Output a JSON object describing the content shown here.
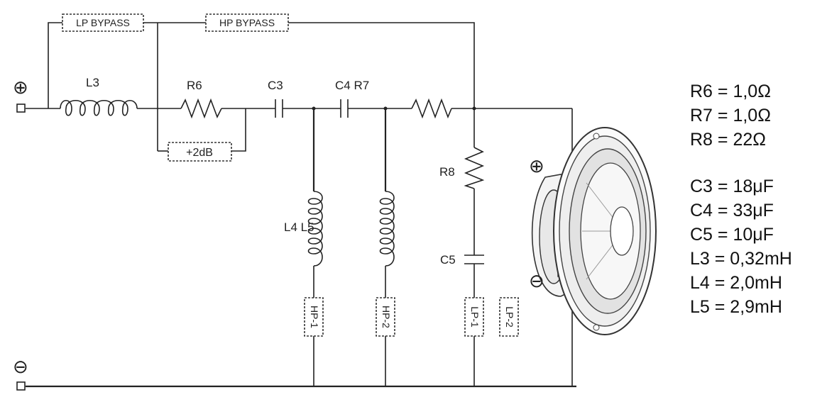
{
  "diagram": {
    "jumpers": {
      "lp_bypass": "LP BYPASS",
      "hp_bypass": "HP BYPASS",
      "plus2db": "+2dB",
      "hp1": "HP-1",
      "hp2": "HP-2",
      "lp1": "LP-1",
      "lp2": "LP-2"
    },
    "labels": {
      "l3": "L3",
      "r6": "R6",
      "c3": "C3",
      "c4r7": "C4 R7",
      "r8": "R8",
      "l4l5": "L4 L5",
      "c5": "C5"
    },
    "terminals": {
      "input_plus": "⊕",
      "input_minus": "⊖",
      "speaker_plus": "⊕",
      "speaker_minus": "⊖"
    }
  },
  "values_list": {
    "resistors": [
      "R6 = 1,0Ω",
      "R7 = 1,0Ω",
      "R8 = 22Ω"
    ],
    "others": [
      "C3 = 18μF",
      "C4 = 33μF",
      "C5 = 10μF",
      "L3 = 0,32mH",
      "L4 = 2,0mH",
      "L5 = 2,9mH"
    ]
  }
}
